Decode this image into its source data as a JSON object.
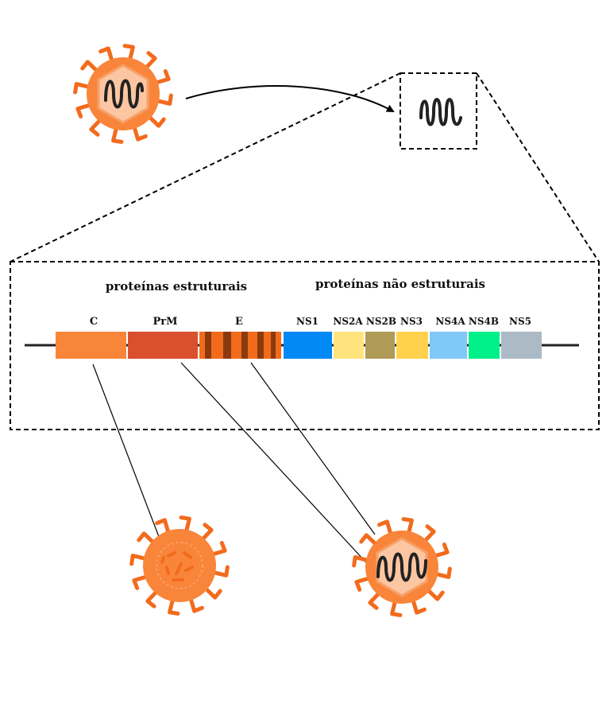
{
  "headings": {
    "structural": "proteínas estruturais",
    "nonstructural": "proteínas não estruturais"
  },
  "genome_segments": [
    {
      "label": "C",
      "color": "#F9853A"
    },
    {
      "label": "PrM",
      "color": "#DA4F2E"
    },
    {
      "label": "E",
      "color": "#F26B1D",
      "stripe_color": "#8B3A0E"
    },
    {
      "label": "NS1",
      "color": "#0088F5"
    },
    {
      "label": "NS2A",
      "color": "#FFE47E"
    },
    {
      "label": "NS2B",
      "color": "#AF9A56"
    },
    {
      "label": "NS3",
      "color": "#FFD14C"
    },
    {
      "label": "NS4A",
      "color": "#80C8F8"
    },
    {
      "label": "NS4B",
      "color": "#00F08A"
    },
    {
      "label": "NS5",
      "color": "#ACBAC6"
    }
  ],
  "colors": {
    "virus_spike": "#F26B1D",
    "virus_body": "#F9853A",
    "virus_core_fill": "#FBC6A1",
    "virus_core_stroke": "#F7A16A",
    "rna": "#222222",
    "capsid_fragment": "#F26B1D"
  },
  "icons": [
    "virus-icon",
    "rna-icon",
    "immature-virus-icon",
    "mature-virus-icon",
    "arrow-icon"
  ]
}
